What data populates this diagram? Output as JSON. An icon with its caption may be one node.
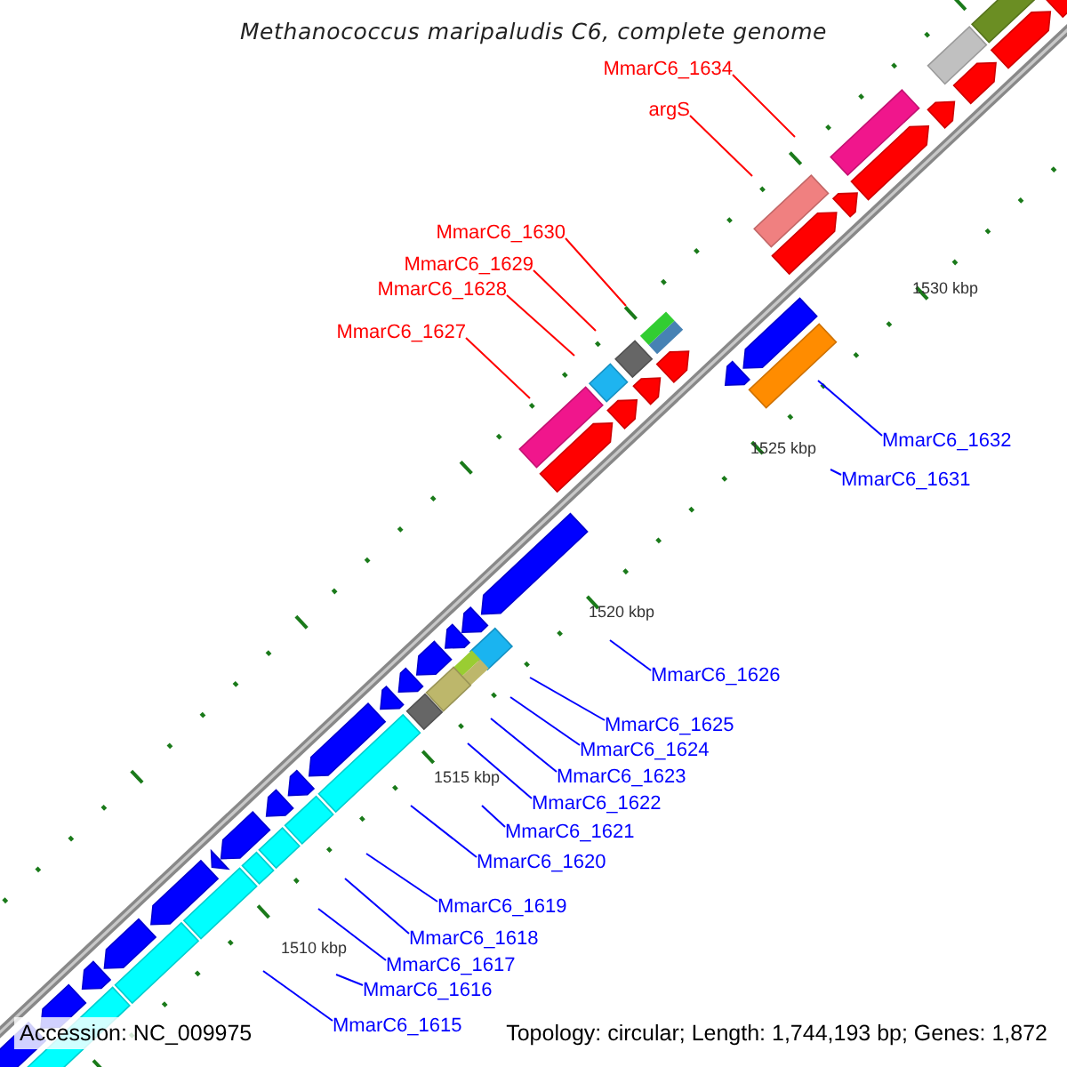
{
  "diagram": {
    "title": "Methanococcus maripaludis C6, complete genome",
    "nodes": [
      {
        "text": [
          "MmarC6_1634"
        ]
      },
      {
        "text": [
          "argS"
        ]
      },
      {
        "text": [
          "MmarC6_1630"
        ]
      },
      {
        "text": [
          "MmarC6_1629"
        ]
      },
      {
        "text": [
          "MmarC6_1628"
        ]
      },
      {
        "text": [
          "MmarC6_1627"
        ]
      },
      {
        "text": [
          "MmarC6_1632"
        ]
      },
      {
        "text": [
          "MmarC6_1631"
        ]
      },
      {
        "text": [
          "MmarC6_1626"
        ]
      },
      {
        "text": [
          "MmarC6_1625"
        ]
      },
      {
        "text": [
          "MmarC6_1624"
        ]
      },
      {
        "text": [
          "MmarC6_1623"
        ]
      },
      {
        "text": [
          "MmarC6_1622"
        ]
      },
      {
        "text": [
          "MmarC6_1621"
        ]
      },
      {
        "text": [
          "MmarC6_1620"
        ]
      },
      {
        "text": [
          "MmarC6_1619"
        ]
      },
      {
        "text": [
          "MmarC6_1618"
        ]
      },
      {
        "text": [
          "MmarC6_1617"
        ]
      },
      {
        "text": [
          "MmarC6_1616"
        ]
      },
      {
        "text": [
          "MmarC6_1615"
        ]
      }
    ],
    "edges": [
      {
        "from": 0,
        "to": null,
        "arrow": "none",
        "color": "#ff0000"
      },
      {
        "from": 1,
        "to": null,
        "arrow": "none",
        "color": "#ff0000"
      },
      {
        "from": 2,
        "to": null,
        "arrow": "none",
        "color": "#ff0000"
      },
      {
        "from": 3,
        "to": null,
        "arrow": "none",
        "color": "#ff0000"
      },
      {
        "from": 4,
        "to": null,
        "arrow": "none",
        "color": "#ff0000"
      },
      {
        "from": 5,
        "to": null,
        "arrow": "none",
        "color": "#ff0000"
      },
      {
        "from": 6,
        "to": null,
        "arrow": "none"
      },
      {
        "from": 7,
        "to": null,
        "arrow": "none"
      },
      {
        "from": 8,
        "to": null,
        "arrow": "none"
      },
      {
        "from": 9,
        "to": null,
        "arrow": "none"
      },
      {
        "from": 10,
        "to": null,
        "arrow": "none"
      },
      {
        "from": 11,
        "to": null,
        "arrow": "none"
      },
      {
        "from": 12,
        "to": null,
        "arrow": "none"
      },
      {
        "from": 13,
        "to": null,
        "arrow": "none"
      },
      {
        "from": 14,
        "to": null,
        "arrow": "none"
      },
      {
        "from": 15,
        "to": null,
        "arrow": "none"
      },
      {
        "from": 16,
        "to": null,
        "arrow": "none"
      },
      {
        "from": 17,
        "to": null,
        "arrow": "none"
      },
      {
        "from": 18,
        "to": null,
        "arrow": "none"
      },
      {
        "from": 19,
        "to": null,
        "arrow": "none"
      }
    ],
    "labels": [
      "1530 kbp",
      "1525 kbp",
      "1520 kbp",
      "1515 kbp",
      "1510 kbp",
      "Accession: NC_009975",
      "Topology: circular; Length: 1,744,193 bp; Genes: 1,872"
    ]
  }
}
